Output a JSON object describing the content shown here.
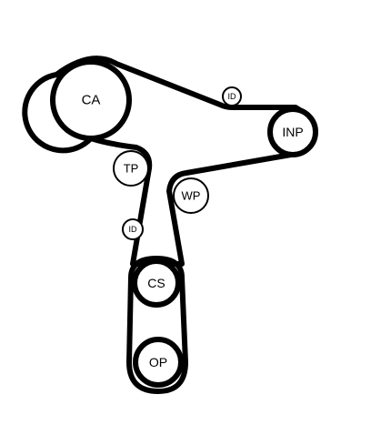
{
  "pulleys": {
    "ca": {
      "label": "CA"
    },
    "inp": {
      "label": "INP"
    },
    "tp": {
      "label": "TP"
    },
    "wp": {
      "label": "WP"
    },
    "id_upper": {
      "label": "ID"
    },
    "id_lower": {
      "label": "ID"
    },
    "cs": {
      "label": "CS"
    },
    "op": {
      "label": "OP"
    }
  },
  "colors": {
    "belt": "#000000",
    "background": "#ffffff"
  }
}
